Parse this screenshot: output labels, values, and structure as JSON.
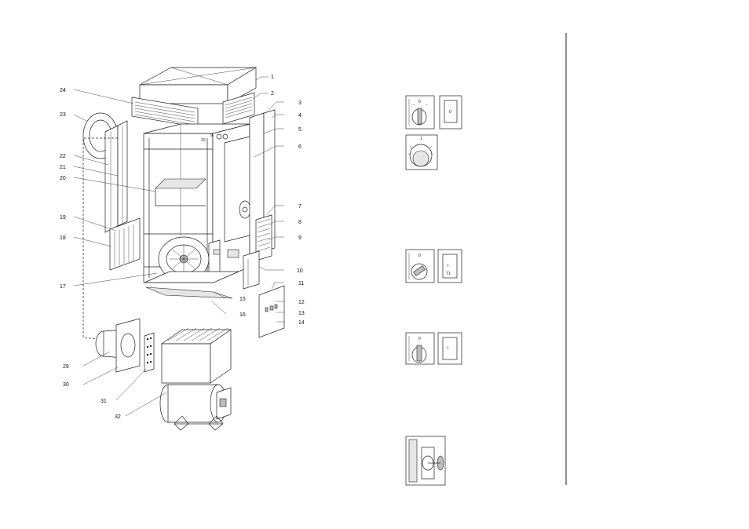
{
  "labels": {
    "n1": "1",
    "n2": "2",
    "n3": "3",
    "n4": "4",
    "n5": "5",
    "n6": "6",
    "n7": "7",
    "n8": "8",
    "n9": "9",
    "n10": "10",
    "n11": "11",
    "n12": "12",
    "n13": "13",
    "n14": "14",
    "n15": "15",
    "n16": "16",
    "n17": "17",
    "n18": "18",
    "n19": "19",
    "n20": "20",
    "n21": "21",
    "n22": "22",
    "n23": "23",
    "n24": "24",
    "n29": "29",
    "n30": "30",
    "n31": "31",
    "n32": "32",
    "inner10": "10",
    "inner9": "9"
  },
  "switch_labels": {
    "zero": "0",
    "one": "1",
    "i": "I",
    "t1": "T1"
  }
}
